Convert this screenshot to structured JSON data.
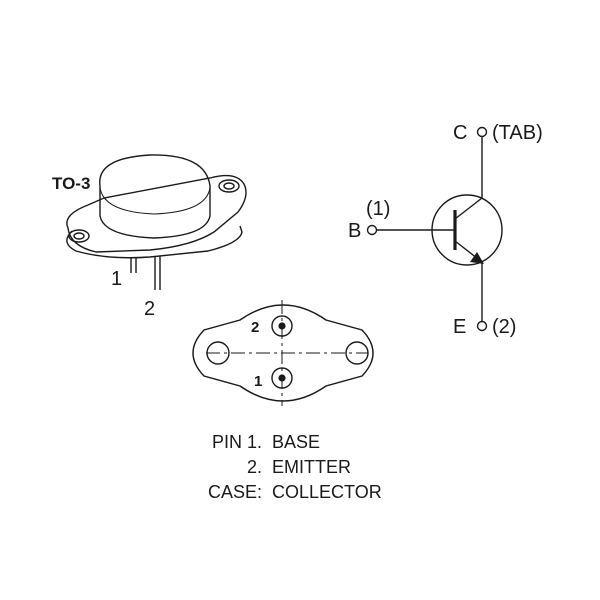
{
  "package": {
    "name": "TO-3",
    "lead_labels": [
      "1",
      "2"
    ]
  },
  "footprint": {
    "pin_labels": [
      "2",
      "1"
    ]
  },
  "symbol": {
    "collector_label": "C",
    "tab_label": "(TAB)",
    "base_label": "B",
    "base_pin": "(1)",
    "emitter_label": "E",
    "emitter_pin": "(2)"
  },
  "pin_list": [
    {
      "key": "PIN 1.",
      "value": "BASE"
    },
    {
      "key": "2.",
      "value": "EMITTER"
    },
    {
      "key": "CASE:",
      "value": "COLLECTOR"
    }
  ]
}
